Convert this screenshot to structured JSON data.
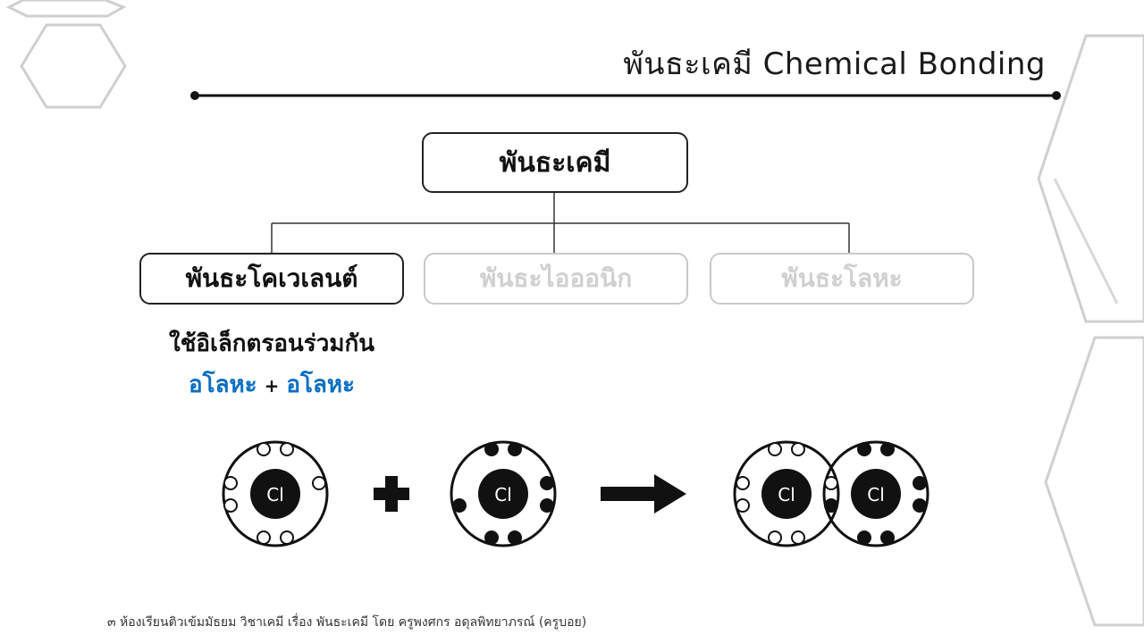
{
  "slide": {
    "title": "พันธะเคมี Chemical Bonding",
    "footer": "๓ ห้องเรียนติวเข้มมัธยม วิชาเคมี เรื่อง พันธะเคมี โดย ครูพงศกร อดุลพิทยาภรณ์ (ครูบอย)"
  },
  "diagram": {
    "root_label": "พันธะเคมี",
    "children": [
      {
        "label": "พันธะโคเวเลนต์",
        "active": true
      },
      {
        "label": "พันธะไอออนิก",
        "active": false
      },
      {
        "label": "พันธะโลหะ",
        "active": false
      }
    ],
    "covalent_description": "ใช้อิเล็กตรอนร่วมกัน",
    "covalent_formula": {
      "left": "อโลหะ",
      "operator": "+",
      "right": "อโลหะ"
    }
  },
  "atoms": {
    "symbol": "Cl",
    "atom1_electron_style": "hollow",
    "atom2_electron_style": "filled"
  },
  "colors": {
    "accent_blue": "#0a6fc2",
    "inactive_gray": "#d0d0d0",
    "decor_gray": "#cfcfcf"
  },
  "icons": {
    "plus": "plus-icon",
    "arrow": "right-arrow-icon"
  }
}
